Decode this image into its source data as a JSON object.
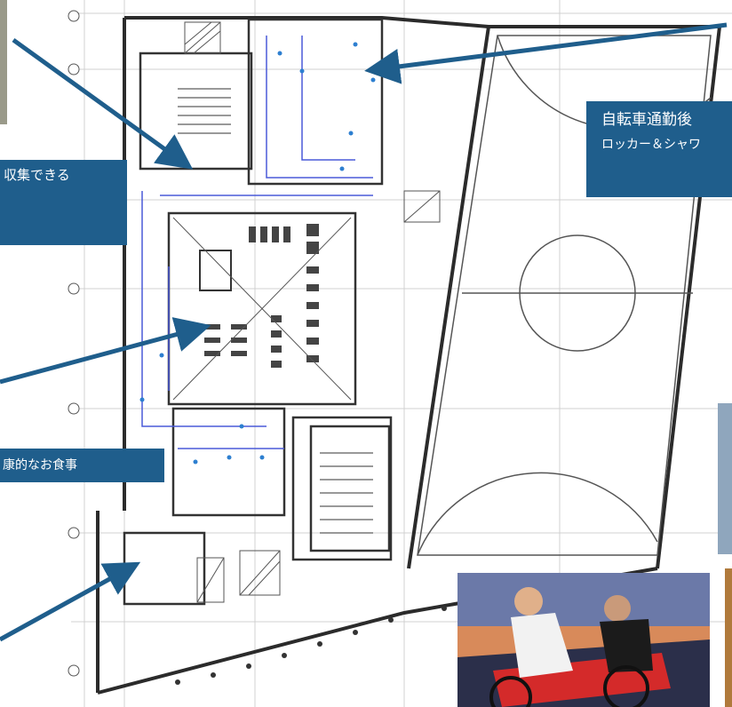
{
  "callouts": {
    "collection": "収集できる",
    "meal": "康的なお食事",
    "bike_line1": "自転車通勤後",
    "bike_line2": "ロッカー＆シャワ"
  },
  "colors": {
    "callout_bg": "#1f5e8c",
    "arrow": "#1f5e8c",
    "plan_wall": "#2b2b2b",
    "plan_line": "#bfbfbf",
    "duct_blue": "#4a5ad8"
  },
  "images": {
    "bottom_photo": "illustration of cyclists on red bicycle",
    "right_photo_1": "street photo (cropped)",
    "right_photo_2": "interior photo (cropped)",
    "top_left_photo": "photo (cropped)"
  }
}
